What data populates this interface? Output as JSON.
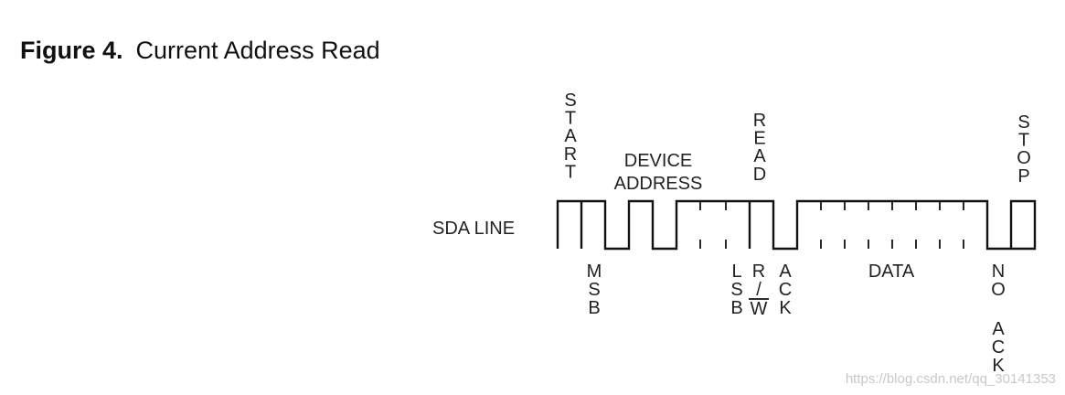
{
  "title": {
    "figure_label": "Figure 4.",
    "caption": "Current Address Read"
  },
  "line_label": "SDA LINE",
  "top_labels": {
    "start": "START",
    "device_address_line1": "DEVICE",
    "device_address_line2": "ADDRESS",
    "read": "READ",
    "stop": "STOP"
  },
  "bottom_labels": {
    "msb": "MSB",
    "lsb": "LSB",
    "rw_r": "R",
    "rw_slash": "/",
    "rw_w": "W",
    "ack": "ACK",
    "data": "DATA",
    "no": "NO",
    "no_ack": "ACK"
  },
  "watermark": "https://blog.csdn.net/qq_30141353"
}
